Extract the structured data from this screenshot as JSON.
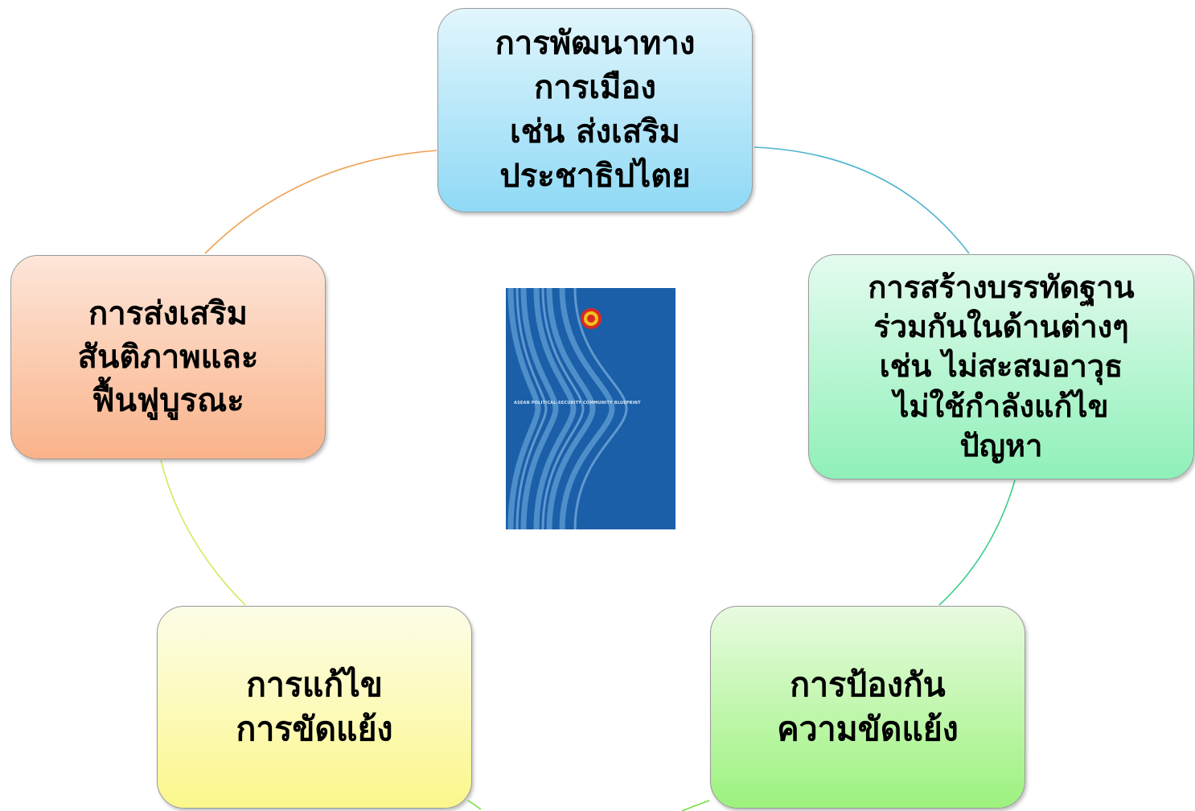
{
  "diagram": {
    "type": "cycle",
    "nodes": [
      {
        "id": "top",
        "text": "การพัฒนาทาง\nการเมือง\nเช่น ส่งเสริม\nประชาธิปไตย",
        "color": "#a9e2f7"
      },
      {
        "id": "right",
        "text": "การสร้างบรรทัดฐาน\nร่วมกันในด้านต่างๆ\nเช่น ไม่สะสมอาวุธ\nไม่ใช้กำลังแก้ไข\nปัญหา",
        "color": "#a6f3c6"
      },
      {
        "id": "bottom_right",
        "text": "การป้องกัน\nความขัดแย้ง",
        "color": "#b2f597"
      },
      {
        "id": "bottom_left",
        "text": "การแก้ไข\nการขัดแย้ง",
        "color": "#fbf8a2"
      },
      {
        "id": "left",
        "text": "การส่งเสริม\nสันติภาพและ\nฟื้นฟูบูรณะ",
        "color": "#fbc1a0"
      }
    ],
    "connector_colors": [
      "#4fb3cf",
      "#3ccf8a",
      "#78de3c",
      "#d8e860",
      "#f0a050"
    ]
  },
  "center_image": {
    "title": "ASEAN POLITICAL-SECURITY COMMUNITY BLUEPRINT",
    "background": "#1b5fa8",
    "logo": "asean-emblem-icon"
  }
}
